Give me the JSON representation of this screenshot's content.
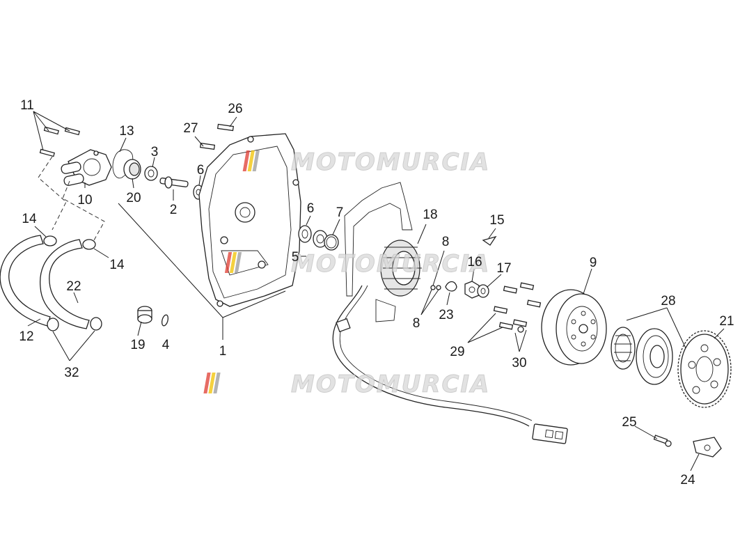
{
  "diagram": {
    "watermark": "MOTOMURCIA",
    "watermark_colors": [
      "#e03c31",
      "#f2c200",
      "#9a9a9a"
    ],
    "callouts": [
      {
        "id": "c11",
        "label": "11"
      },
      {
        "id": "c13",
        "label": "13"
      },
      {
        "id": "c3",
        "label": "3"
      },
      {
        "id": "c10",
        "label": "10"
      },
      {
        "id": "c20",
        "label": "20"
      },
      {
        "id": "c2",
        "label": "2"
      },
      {
        "id": "c6a",
        "label": "6"
      },
      {
        "id": "c27",
        "label": "27"
      },
      {
        "id": "c26",
        "label": "26"
      },
      {
        "id": "c14a",
        "label": "14"
      },
      {
        "id": "c14b",
        "label": "14"
      },
      {
        "id": "c22",
        "label": "22"
      },
      {
        "id": "c12",
        "label": "12"
      },
      {
        "id": "c32",
        "label": "32"
      },
      {
        "id": "c19",
        "label": "19"
      },
      {
        "id": "c4",
        "label": "4"
      },
      {
        "id": "c1",
        "label": "1"
      },
      {
        "id": "c6b",
        "label": "6"
      },
      {
        "id": "c7",
        "label": "7"
      },
      {
        "id": "c18",
        "label": "18"
      },
      {
        "id": "c5",
        "label": "5"
      },
      {
        "id": "c8a",
        "label": "8"
      },
      {
        "id": "c8b",
        "label": "8"
      },
      {
        "id": "c23",
        "label": "23"
      },
      {
        "id": "c16",
        "label": "16"
      },
      {
        "id": "c17",
        "label": "17"
      },
      {
        "id": "c15",
        "label": "15"
      },
      {
        "id": "c9",
        "label": "9"
      },
      {
        "id": "c28",
        "label": "28"
      },
      {
        "id": "c21",
        "label": "21"
      },
      {
        "id": "c29",
        "label": "29"
      },
      {
        "id": "c30",
        "label": "30"
      },
      {
        "id": "c25",
        "label": "25"
      },
      {
        "id": "c24",
        "label": "24"
      }
    ]
  }
}
